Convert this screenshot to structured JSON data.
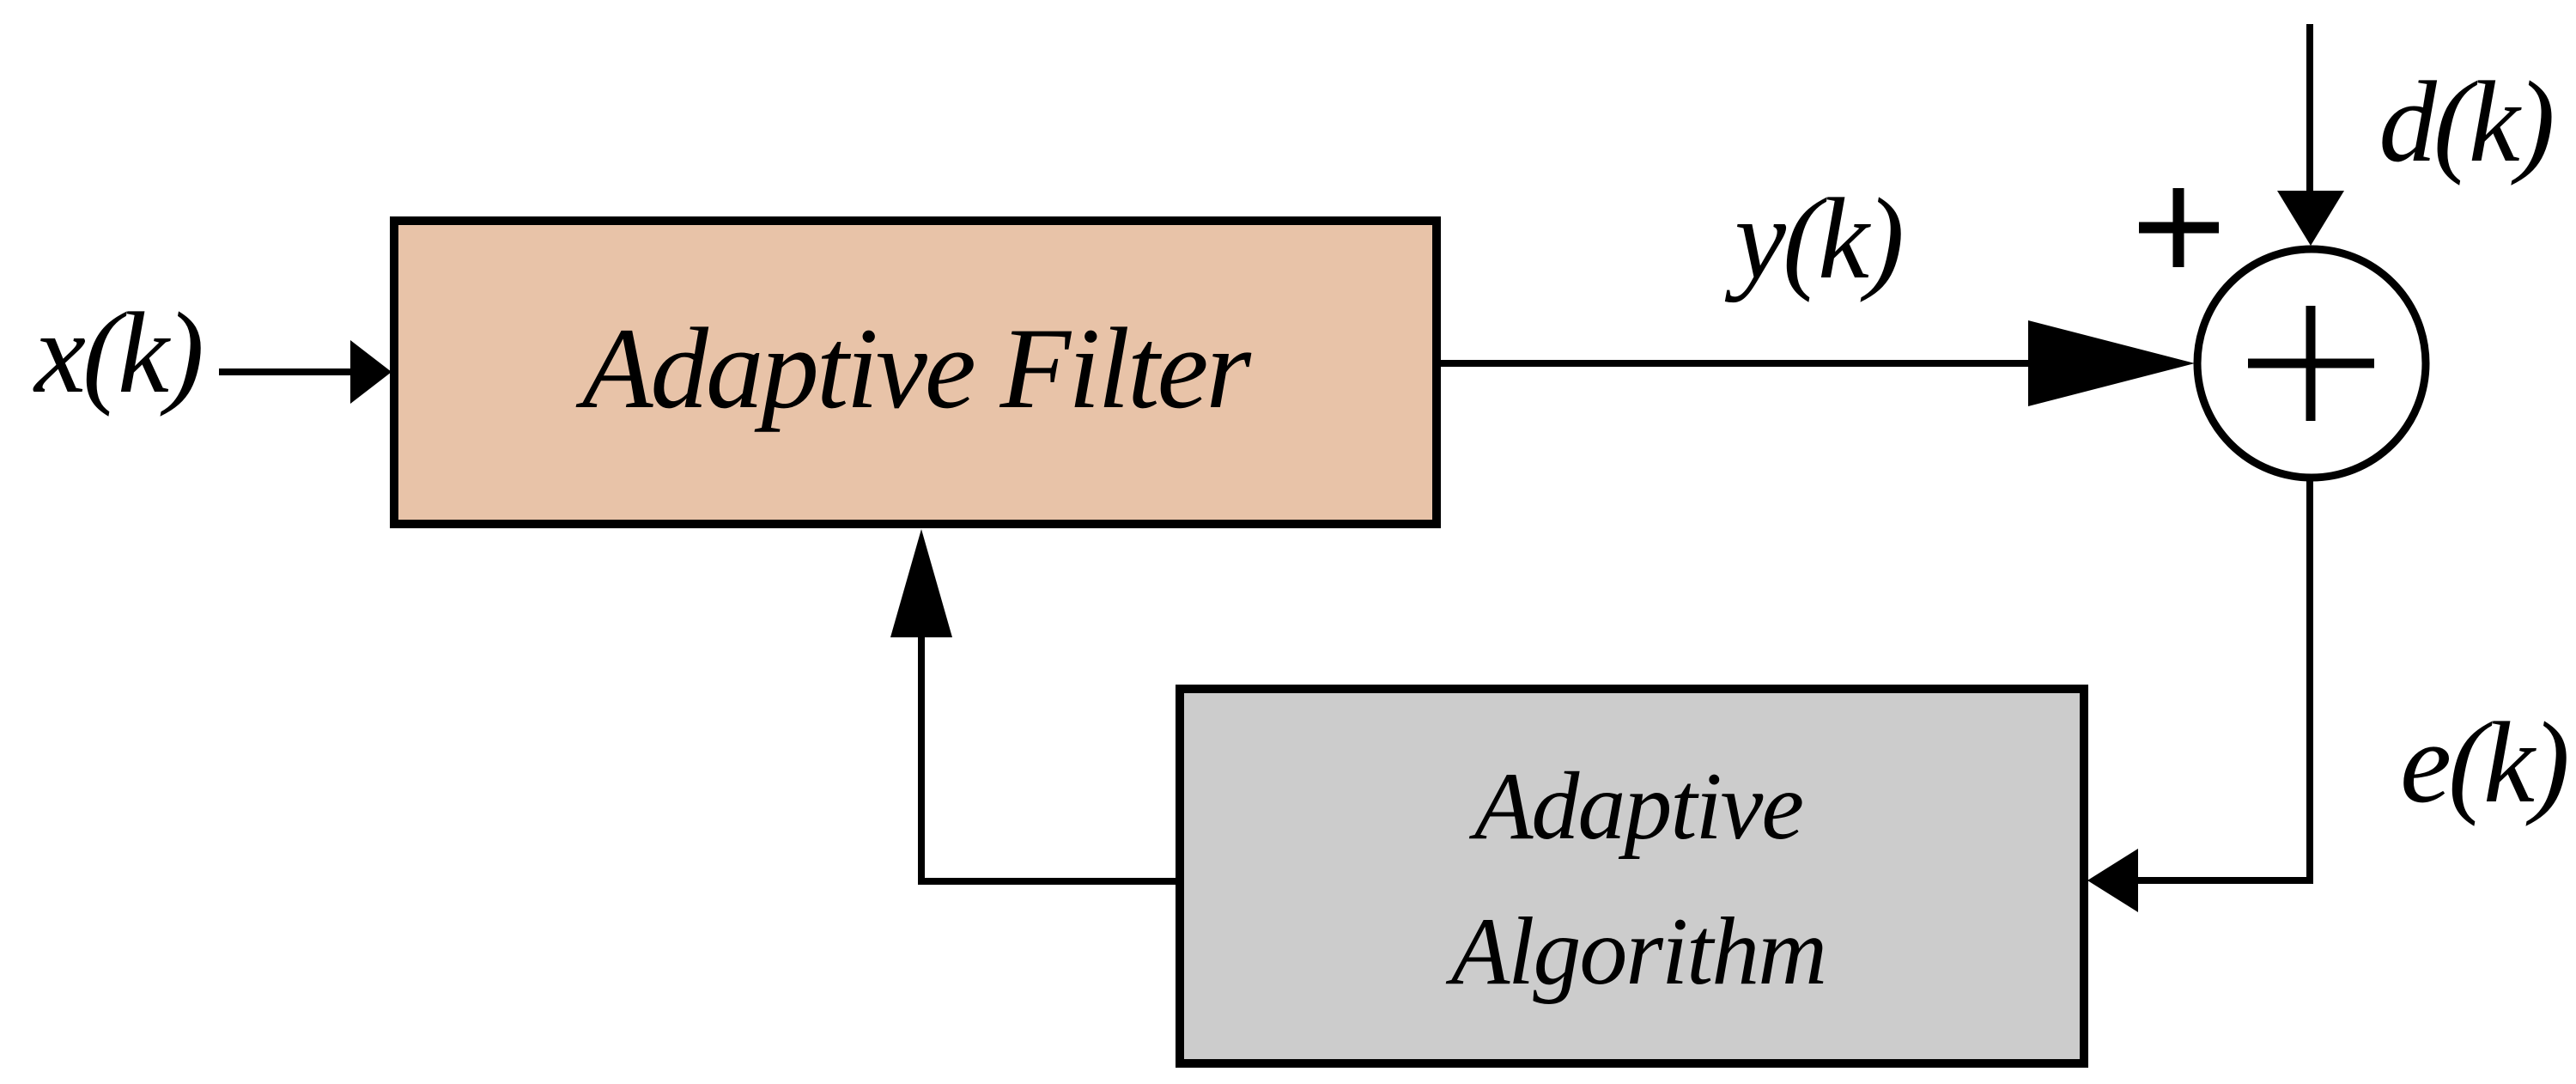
{
  "figure": {
    "background_color": "#ffffff",
    "line_color": "#000000",
    "text_color": "#000000"
  },
  "blocks": {
    "adaptive_filter": {
      "label": "Adaptive Filter",
      "fill_color": "#e8c3a8"
    },
    "adaptive_algorithm": {
      "label_line1": "Adaptive",
      "label_line2": "Algorithm",
      "fill_color": "#cccccc"
    }
  },
  "summing_junction": {
    "operator_symbol": "+",
    "sign_label": "+",
    "fill_color": "#ffffff"
  },
  "signals": {
    "input": "x(k)",
    "output": "y(k)",
    "desired": "d(k)",
    "error": "e(k)"
  }
}
